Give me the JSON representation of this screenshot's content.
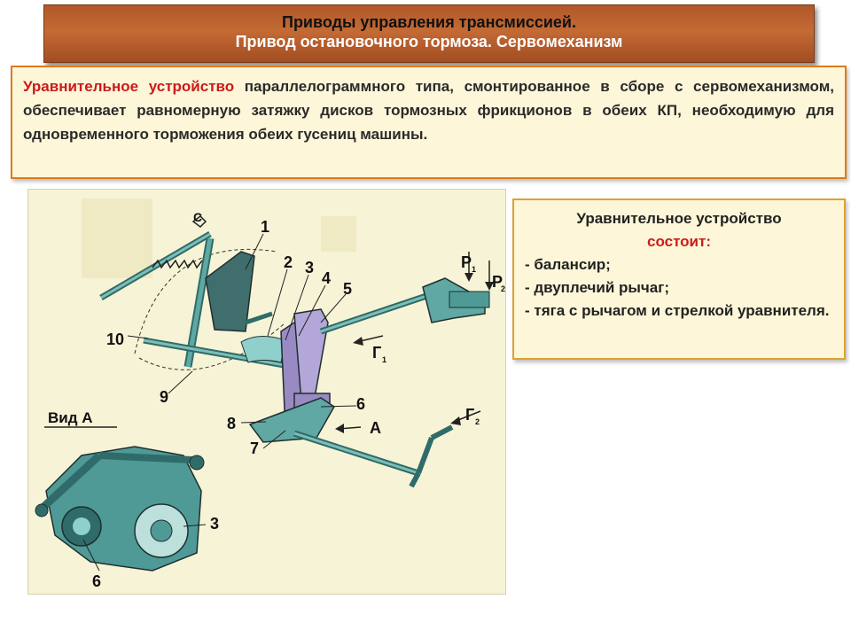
{
  "title": {
    "line1": "Приводы управления трансмиссией.",
    "line2": "Привод остановочного тормоза. Сервомеханизм"
  },
  "description": {
    "highlight": "Уравнительное устройство",
    "text": " параллелограммного типа, смонтированное в сборе с сервомеханизмом, обеспечивает равномерную затяжку дисков тормозных фрикционов в обеих КП, необходимую для одновременного торможения обеих гусениц машины."
  },
  "side_panel": {
    "heading": "Уравнительное устройство",
    "subheading": "состоит:",
    "items": [
      "- балансир;",
      "- двуплечий рычаг;",
      "- тяга с рычагом и стрелкой уравнителя."
    ]
  },
  "diagram": {
    "labels": {
      "n1": "1",
      "n2": "2",
      "n3": "3",
      "n4": "4",
      "n5": "5",
      "n6": "6",
      "n7": "7",
      "n8": "8",
      "n9": "9",
      "n10": "10",
      "c": "С",
      "p1": "Р",
      "p1_sub": "1",
      "p2": "Р",
      "p2_sub": "2",
      "g1": "Г",
      "g1_sub": "1",
      "g2": "Г",
      "g2_sub": "2",
      "a": "А",
      "view_a": "Вид А",
      "va3": "3",
      "va6": "6"
    },
    "colors": {
      "metal": "#4f9a96",
      "metal_dark": "#2f6c69",
      "purple": "#9a8ac4",
      "outline": "#1e2f2f"
    }
  }
}
